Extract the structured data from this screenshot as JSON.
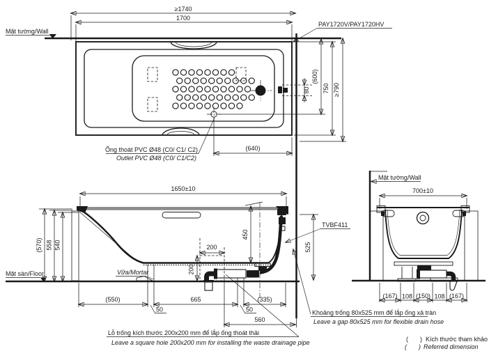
{
  "top_view": {
    "wall_label": "Mặt tường/Wall",
    "product_label": "PAY1720V/PAY1720HV",
    "dim_min_length": "≥1740",
    "dim_length": "1700",
    "dim_width": "750",
    "dim_min_width": "≥790",
    "dim_wall_to_drain": "(600)",
    "dim_overflow_gap": "80",
    "dim_drain_to_wall": "(640)",
    "outlet_label_vi": "Ống thoát PVC Ø48 (C0/ C1/ C2)",
    "outlet_label_en": "Outlet PVC Ø48 (C0/ C1/C2)"
  },
  "front_view": {
    "dim_length": "1650±10",
    "dim_total_height": "(570)",
    "dim_rim_height": "558",
    "dim_inner_height": "540",
    "dim_depth": "450",
    "dim_hole_width": "200",
    "dim_hole_height": "200",
    "dim_gap_height": "525",
    "dim_apron": "(550)",
    "dim_50a": "50",
    "dim_mid": "665",
    "dim_50b": "50",
    "dim_end": "(335)",
    "dim_hole_to_wall": "560",
    "floor_label": "Mặt sàn/Floor",
    "mortar_label": "Vữa/Mortar",
    "drain_kit_label": "TVBF411"
  },
  "end_view": {
    "wall_label": "Mặt tường/Wall",
    "dim_width": "700±10",
    "dim_b1": "(167)",
    "dim_b2": "108",
    "dim_b3": "(150)",
    "dim_b4": "108",
    "dim_b5": "(167)"
  },
  "notes": {
    "hole_vi": "Lỗ trống kích thước 200x200 mm để lắp ống thoát thải",
    "hole_en": "Leave a square hole  200x200 mm for installing the waste drainage pipe",
    "gap_vi": "Khoảng trống 80x525 mm để lắp ống xả tràn",
    "gap_en": "Leave a gap 80x525 mm for flexible drain hose"
  },
  "legend": {
    "paren_open": "(",
    "paren_close": ")",
    "ref_vi": "Kích thước tham khảo",
    "ref_en": "Referred dimension"
  },
  "colors": {
    "line": "#1a1a1a",
    "rim_gray": "#8a8a8a"
  }
}
